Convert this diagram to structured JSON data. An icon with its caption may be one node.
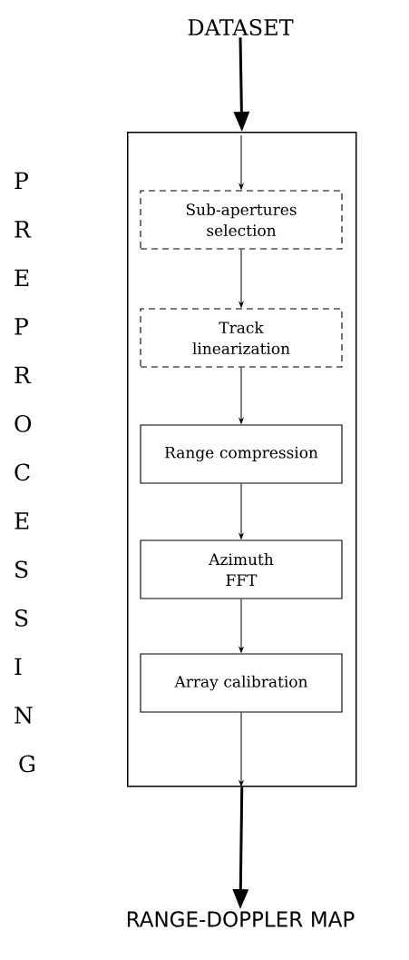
{
  "diagram": {
    "nodes": [
      {
        "text": [
          "DATASET"
        ]
      },
      {
        "text": [
          "PREPROCESSING"
        ]
      },
      {
        "text": [
          "Sub-apertures selection"
        ],
        "in": 1
      },
      {
        "text": [
          "Track linearization"
        ],
        "in": 1
      },
      {
        "text": [
          "Range compression"
        ],
        "in": 1
      },
      {
        "text": [
          "Azimuth FFT"
        ],
        "in": 1
      },
      {
        "text": [
          "Array calibration"
        ],
        "in": 1
      },
      {
        "text": [
          "RANGE-DOPPLER MAP"
        ]
      }
    ],
    "edges": [
      {
        "from": 0,
        "to": 1,
        "arrow": "to",
        "style": "thick"
      },
      {
        "from": 1,
        "to": 2,
        "arrow": "to"
      },
      {
        "from": 2,
        "to": 3,
        "arrow": "to"
      },
      {
        "from": 3,
        "to": 4,
        "arrow": "to"
      },
      {
        "from": 4,
        "to": 5,
        "arrow": "to"
      },
      {
        "from": 5,
        "to": 6,
        "arrow": "to"
      },
      {
        "from": 6,
        "to": 1,
        "arrow": "to"
      },
      {
        "from": 1,
        "to": 7,
        "arrow": "to",
        "style": "thick"
      }
    ]
  }
}
